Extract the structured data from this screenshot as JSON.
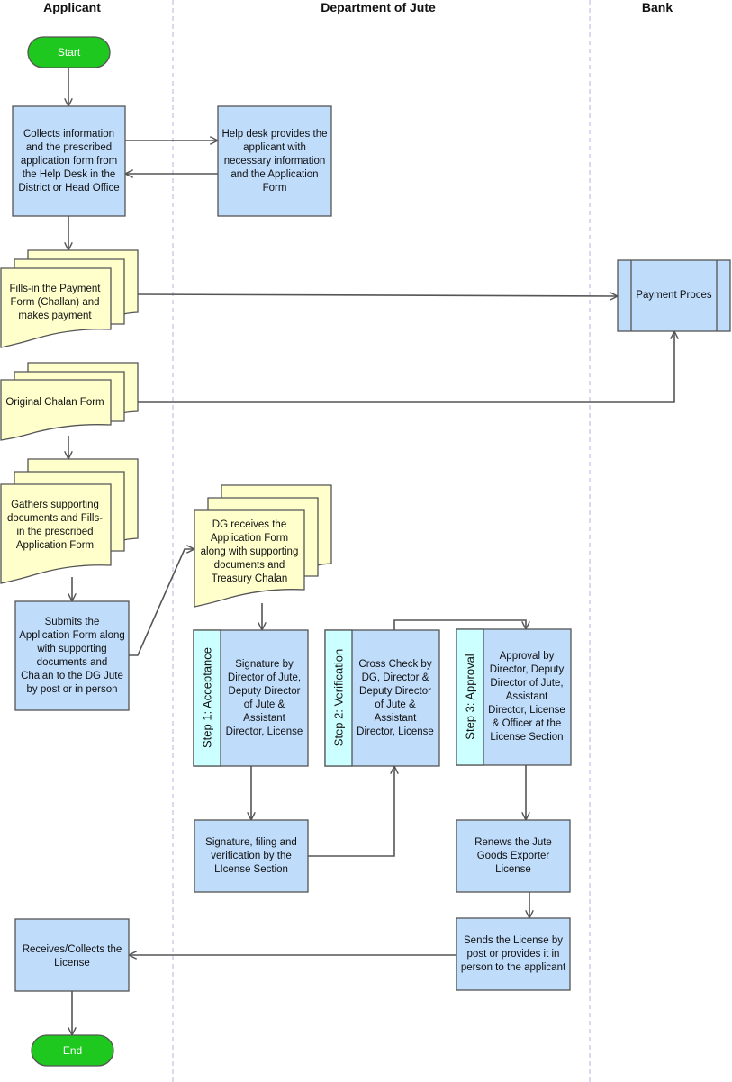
{
  "lanes": {
    "applicant": "Applicant",
    "department": "Department of Jute",
    "bank": "Bank"
  },
  "nodes": {
    "start": "Start",
    "collects": "Collects information and the prescribed application form from the Help Desk in the District or Head Office",
    "helpdesk": "Help desk provides the applicant with necessary information and the Application Form",
    "fills_payment": "Fills-in the Payment Form (Challan) and makes payment",
    "payment_process": "Payment Proces",
    "original_chalan": "Original Chalan Form",
    "gathers": "Gathers supporting documents and Fills-in the prescribed Application Form",
    "submits": "Submits the Application Form along with supporting documents and Chalan to the DG Jute by post or in person",
    "dg_receives": "DG receives the Application Form along with supporting documents and Treasury Chalan",
    "step1_label": "Step 1: Acceptance",
    "step1_text": "Signature by Director of Jute, Deputy Director of Jute & Assistant Director, License",
    "step2_label": "Step 2: Verification",
    "step2_text": "Cross Check by DG, Director & Deputy Director of Jute & Assistant Director, License",
    "step3_label": "Step 3: Approval",
    "step3_text": "Approval by Director, Deputy Director of Jute, Assistant Director, License & Officer at the License Section",
    "signature_filing": "Signature, filing and verification by the LIcense Section",
    "renews": "Renews the Jute Goods Exporter License",
    "sends": "Sends the License by post or provides it in person to the applicant",
    "receives": "Receives/Collects the License",
    "end": "End"
  },
  "colors": {
    "process_fill": "#bfdcfb",
    "document_fill": "#ffffcc",
    "terminal_fill": "#1ec81e",
    "step_label_fill": "#ccffff",
    "stroke": "#555555",
    "lane_divider": "#b0b6de"
  }
}
